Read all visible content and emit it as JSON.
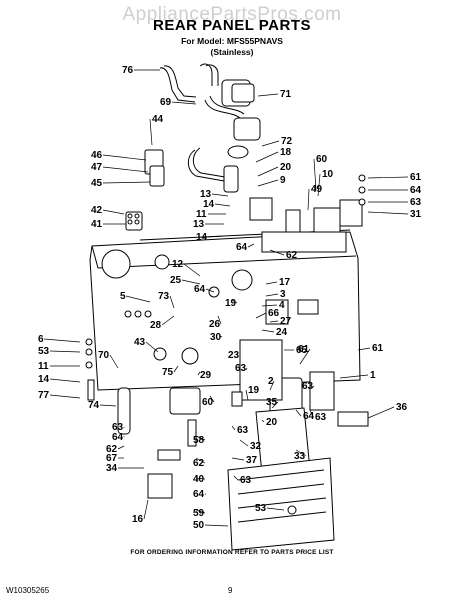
{
  "watermark": "AppliancePartsPros.com",
  "title": "REAR PANEL PARTS",
  "model_line": "For Model: MFS55PNAVS",
  "finish_line": "(Stainless)",
  "footer_note": "FOR ORDERING INFORMATION REFER TO PARTS PRICE LIST",
  "doc_id": "W10305265",
  "page_number": "9",
  "callouts": [
    "76",
    "71",
    "69",
    "44",
    "72",
    "18",
    "20",
    "9",
    "60",
    "10",
    "61",
    "64",
    "63",
    "31",
    "49",
    "46",
    "47",
    "45",
    "42",
    "41",
    "13",
    "14",
    "11",
    "13",
    "14",
    "64",
    "62",
    "12",
    "25",
    "17",
    "3",
    "4",
    "5",
    "73",
    "64",
    "19",
    "28",
    "26",
    "66",
    "24",
    "27",
    "6",
    "53",
    "11",
    "14",
    "77",
    "43",
    "70",
    "75",
    "29",
    "23",
    "30",
    "65",
    "61",
    "1",
    "2",
    "60",
    "35",
    "20",
    "19",
    "63",
    "64",
    "36",
    "63",
    "32",
    "63",
    "37",
    "63",
    "63",
    "64",
    "62",
    "67",
    "34",
    "58",
    "62",
    "40",
    "64",
    "59",
    "50",
    "16",
    "74",
    "53",
    "33",
    "61",
    "63"
  ]
}
